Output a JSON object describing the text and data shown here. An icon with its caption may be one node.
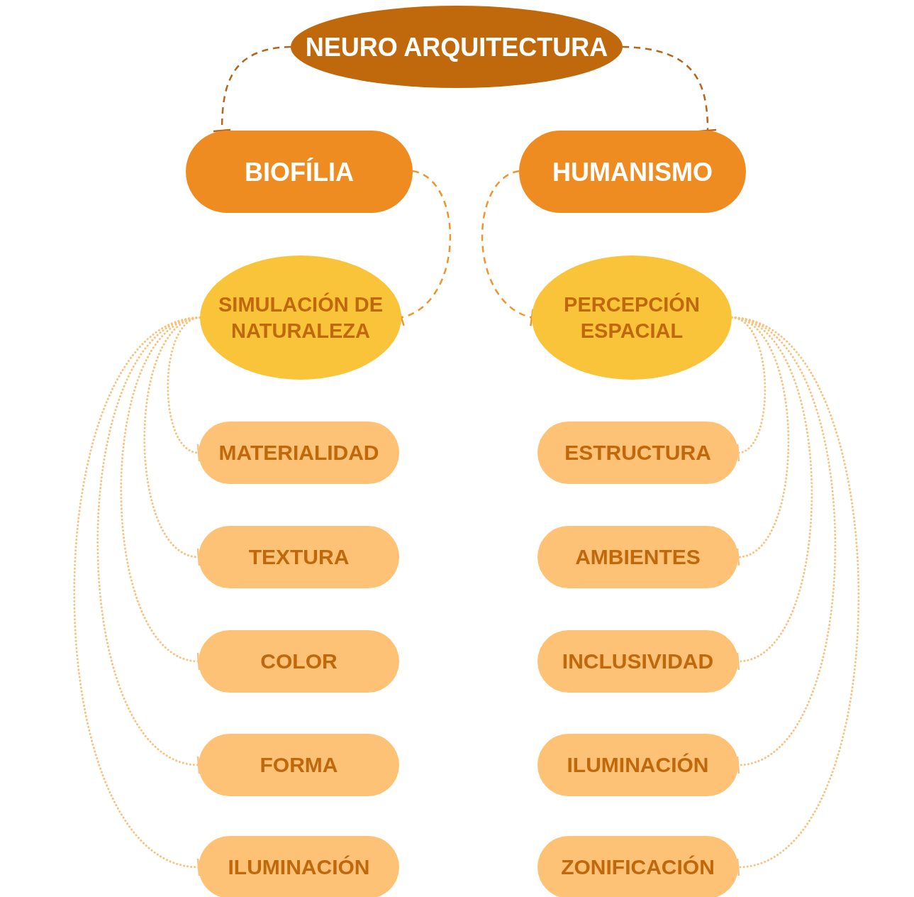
{
  "diagram": {
    "nodes": [
      {
        "text": [
          "NEURO ARQUITECTURA"
        ]
      },
      {
        "text": [
          "BIOFÍLIA"
        ]
      },
      {
        "text": [
          "HUMANISMO"
        ]
      },
      {
        "text": [
          "SIMULACIÓN DE NATURALEZA"
        ]
      },
      {
        "text": [
          "PERCEPCIÓN ESPACIAL"
        ]
      },
      {
        "text": [
          "MATERIALIDAD"
        ]
      },
      {
        "text": [
          "ESTRUCTURA"
        ]
      },
      {
        "text": [
          "TEXTURA"
        ]
      },
      {
        "text": [
          "AMBIENTES"
        ]
      },
      {
        "text": [
          "COLOR"
        ]
      },
      {
        "text": [
          "INCLUSIVIDAD"
        ]
      },
      {
        "text": [
          "FORMA"
        ]
      },
      {
        "text": [
          "ILUMINACIÓN"
        ]
      },
      {
        "text": [
          "ILUMINACIÓN"
        ]
      },
      {
        "text": [
          "ZONIFICACIÓN"
        ]
      }
    ],
    "edges": [
      {
        "from": 0,
        "to": 1,
        "arrow": "other",
        "style": "dashed",
        "color": "#b8651c"
      },
      {
        "from": 0,
        "to": 2,
        "arrow": "other",
        "style": "dashed",
        "color": "#b8651c"
      },
      {
        "from": 1,
        "to": 3,
        "arrow": "other",
        "style": "dashed",
        "color": "#ee962c"
      },
      {
        "from": 2,
        "to": 4,
        "arrow": "other",
        "style": "dashed",
        "color": "#ee962c"
      },
      {
        "from": 3,
        "to": 5,
        "arrow": "other"
      },
      {
        "from": 3,
        "to": 7,
        "arrow": "other"
      },
      {
        "from": 3,
        "to": 9,
        "arrow": "other"
      },
      {
        "from": 3,
        "to": 11,
        "arrow": "other"
      },
      {
        "from": 3,
        "to": 13,
        "arrow": "other"
      },
      {
        "from": 4,
        "to": 6,
        "arrow": "other"
      },
      {
        "from": 4,
        "to": 8,
        "arrow": "other"
      },
      {
        "from": 4,
        "to": 10,
        "arrow": "other"
      },
      {
        "from": 4,
        "to": 12,
        "arrow": "other"
      },
      {
        "from": 4,
        "to": 14,
        "arrow": "other"
      }
    ]
  }
}
